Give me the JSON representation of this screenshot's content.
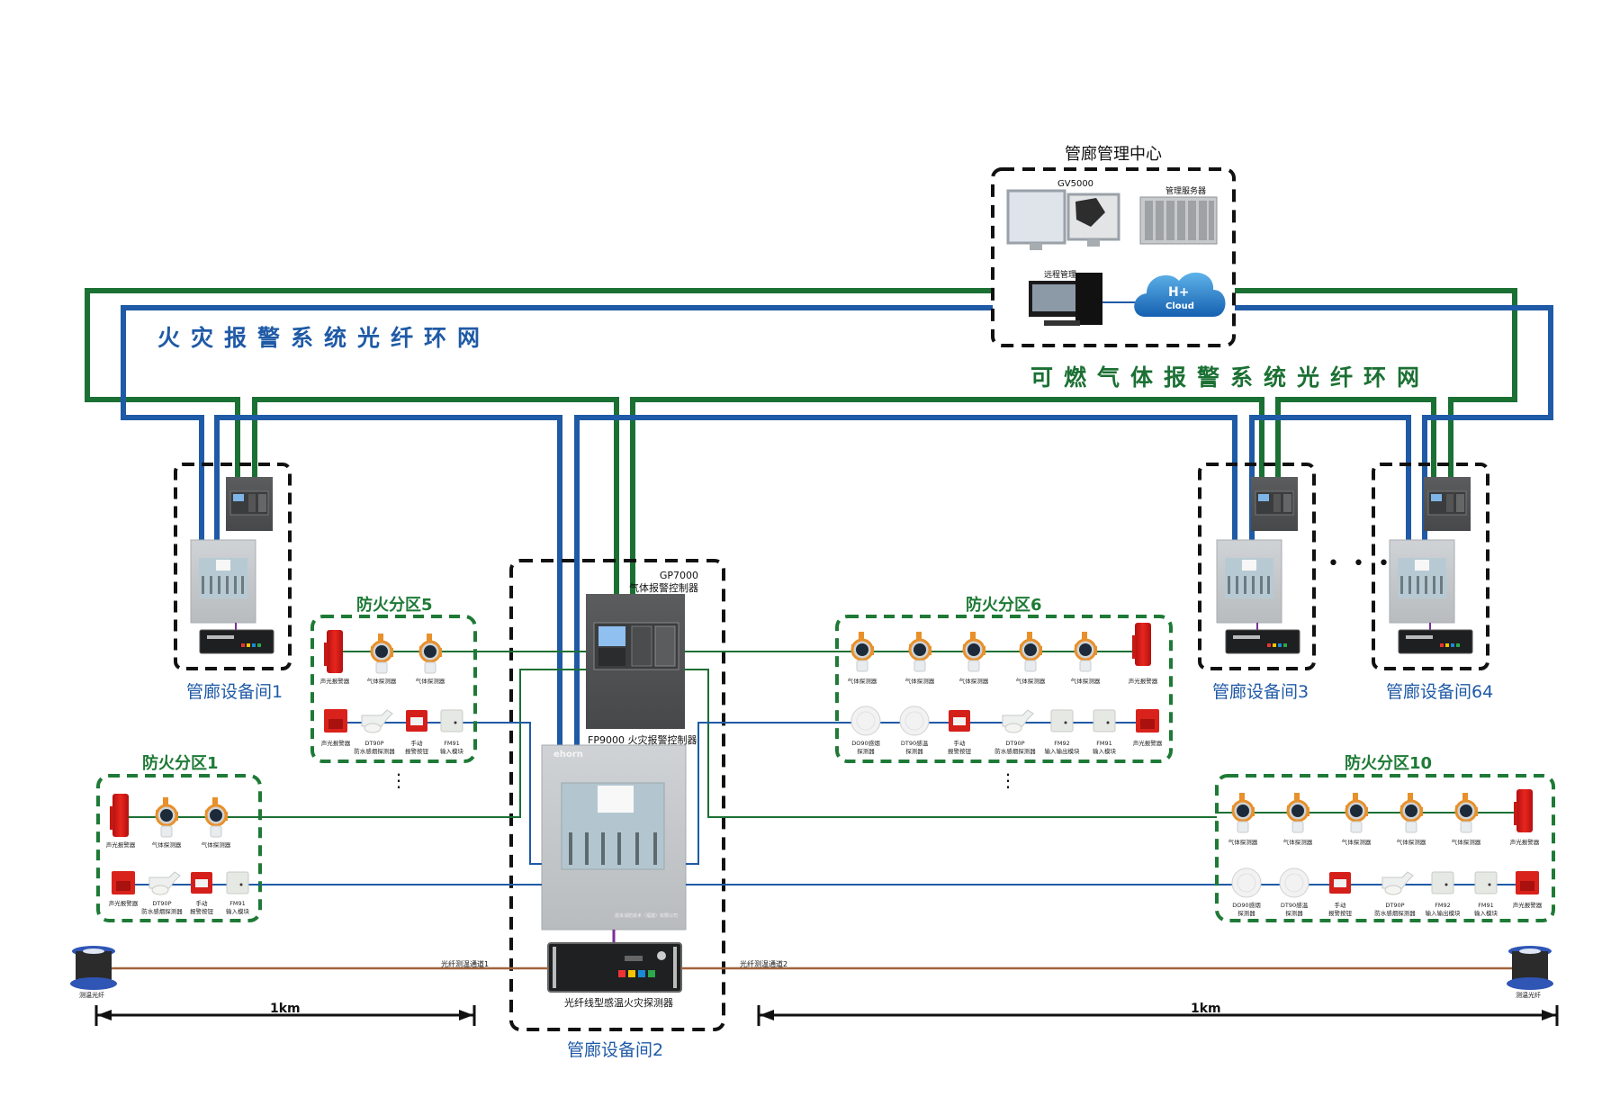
{
  "title": "管廊火灾报警与可燃气体报警系统光纤环网示意图",
  "colors": {
    "fire_ring": "#1f5aa6",
    "gas_ring": "#1b7033",
    "fiber": "#a0643c",
    "link_purple": "#7a2e9a",
    "dashed_border": "#111111",
    "zone_border": "#1e7a36"
  },
  "control_center": {
    "title": "管廊管理中心",
    "gv5000_label": "GV5000",
    "server_label": "管理服务器",
    "remote_label": "远程管理",
    "cloud_label_top": "H+",
    "cloud_label_bottom": "Cloud"
  },
  "rings": {
    "fire": "火灾报警系统光纤环网",
    "gas": "可燃气体报警系统光纤环网"
  },
  "rooms": [
    {
      "label": "管廊设备间1"
    },
    {
      "label": "管廊设备间2"
    },
    {
      "label": "管廊设备间3"
    },
    {
      "label": "管廊设备间64"
    }
  ],
  "central_controllers": {
    "gp7000_model": "GP7000",
    "gp7000_name": "气体报警控制器",
    "fp9000_label": "FP9000 火灾报警控制器",
    "fp9000_brand": "ehorn",
    "fp9000_company": "恩本消防技术（福建）有限公司",
    "fiber_detector_label": "光纤线型感温火灾探测器"
  },
  "ellipsis": "• • •",
  "vertical_ellipsis": "⋮",
  "zones": {
    "zone5": {
      "title": "防火分区5",
      "gas_row": [
        "声光报警器",
        "气体探测器",
        "气体探测器"
      ],
      "fire_row": [
        "声光报警器",
        "DT90P\n防水感烟探测器",
        "手动\n报警按钮",
        "FM91\n输入模块"
      ]
    },
    "zone1": {
      "title": "防火分区1",
      "gas_row": [
        "声光报警器",
        "气体探测器",
        "气体探测器"
      ],
      "fire_row": [
        "声光报警器",
        "DT90P\n防水感烟探测器",
        "手动\n报警按钮",
        "FM91\n输入模块"
      ]
    },
    "zone6": {
      "title": "防火分区6",
      "gas_row": [
        "气体探测器",
        "气体探测器",
        "气体探测器",
        "气体探测器",
        "气体探测器",
        "声光报警器"
      ],
      "fire_row": [
        "DO90感烟\n探测器",
        "DT90感温\n探测器",
        "手动\n报警按钮",
        "DT90P\n防水感烟探测器",
        "FM92\n输入输出模块",
        "FM91\n输入模块",
        "声光报警器"
      ]
    },
    "zone10": {
      "title": "防火分区10",
      "gas_row": [
        "气体探测器",
        "气体探测器",
        "气体探测器",
        "气体探测器",
        "气体探测器",
        "声光报警器"
      ],
      "fire_row": [
        "DO90感烟\n探测器",
        "DT90感温\n探测器",
        "手动\n报警按钮",
        "DT90P\n防水感烟探测器",
        "FM92\n输入输出模块",
        "FM91\n输入模块",
        "声光报警器"
      ]
    }
  },
  "fiber": {
    "channel1": "光纤测温通道1",
    "channel2": "光纤测温通道2",
    "spool_label": "测温光纤",
    "distance_left": "1km",
    "distance_right": "1km"
  }
}
